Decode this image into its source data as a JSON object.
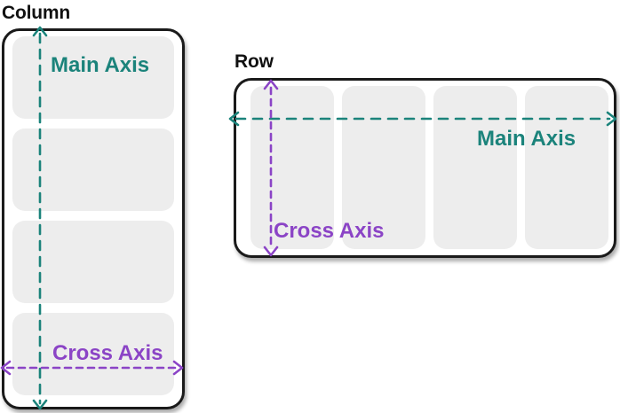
{
  "colors": {
    "main_axis": "#1b837b",
    "cross_axis": "#8b44c6",
    "card_fill": "#ededed",
    "frame_border": "#1a1a1a",
    "title_text": "#111111"
  },
  "column_panel": {
    "title": "Column",
    "main_axis_label": "Main Axis",
    "cross_axis_label": "Cross Axis",
    "item_count": 4
  },
  "row_panel": {
    "title": "Row",
    "main_axis_label": "Main Axis",
    "cross_axis_label": "Cross Axis",
    "item_count": 4
  }
}
